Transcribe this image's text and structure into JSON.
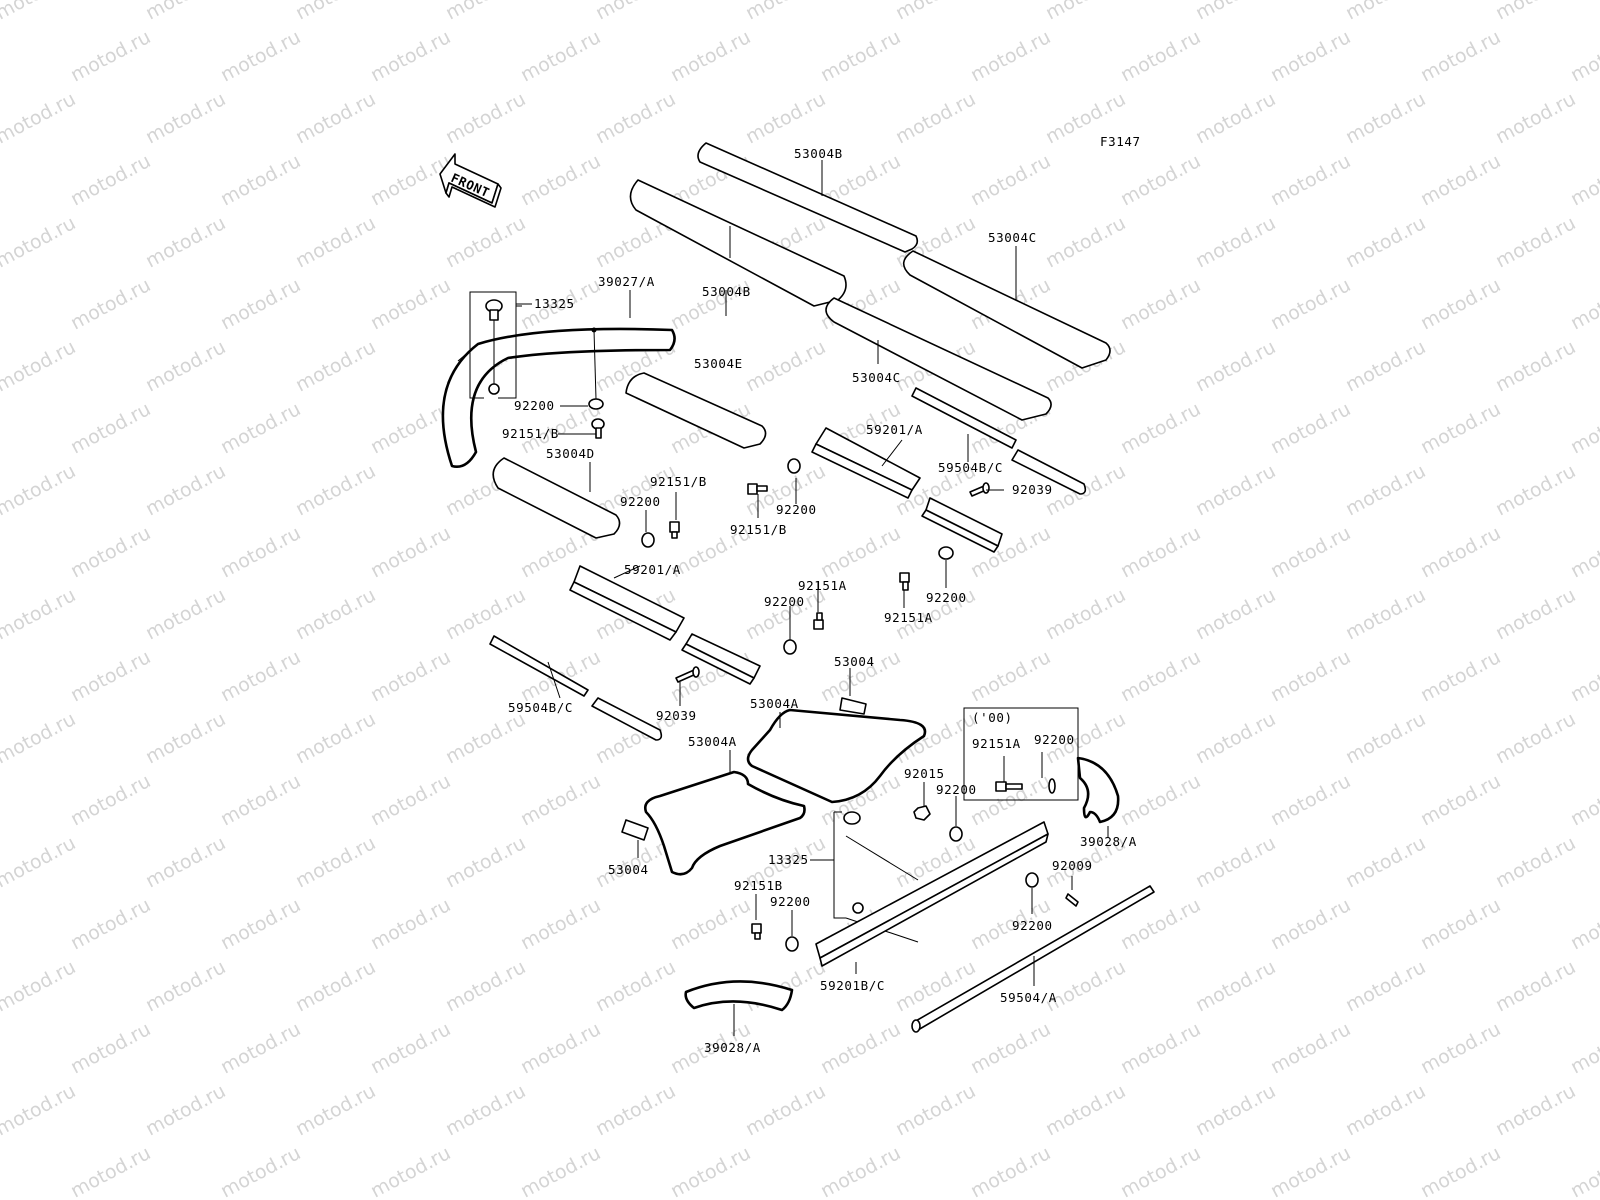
{
  "diagram": {
    "code": "F3147",
    "direction_label": "FRONT",
    "year_note": "('00)",
    "watermark": "motod.ru"
  },
  "labels": {
    "l_53004B_top": "53004B",
    "l_53004B_mid": "53004B",
    "l_53004C_right": "53004C",
    "l_53004C_mid": "53004C",
    "l_39027A": "39027/A",
    "l_13325_top": "13325",
    "l_53004E": "53004E",
    "l_92200_a": "92200",
    "l_92151B_a": "92151/B",
    "l_53004D": "53004D",
    "l_59201A_right": "59201/A",
    "l_59504BC_right": "59504B/C",
    "l_92151B_b": "92151/B",
    "l_92200_b": "92200",
    "l_92200_c": "92200",
    "l_92151B_c": "92151/B",
    "l_92039_right": "92039",
    "l_59201A_left": "59201/A",
    "l_92151A_a": "92151A",
    "l_92200_d": "92200",
    "l_92200_e": "92200",
    "l_92151A_b": "92151A",
    "l_53004_top": "53004",
    "l_59504BC_left": "59504B/C",
    "l_92039_left": "92039",
    "l_53004A_right": "53004A",
    "l_53004A_left": "53004A",
    "l_92151A_box": "92151A",
    "l_92200_box": "92200",
    "l_92015": "92015",
    "l_92200_f": "92200",
    "l_39028A_right": "39028/A",
    "l_53004_bottom": "53004",
    "l_13325_bottom": "13325",
    "l_92009": "92009",
    "l_92151B_d": "92151B",
    "l_92200_g": "92200",
    "l_92200_h": "92200",
    "l_59201BC": "59201B/C",
    "l_59504A": "59504/A",
    "l_39028A_bottom": "39028/A"
  }
}
